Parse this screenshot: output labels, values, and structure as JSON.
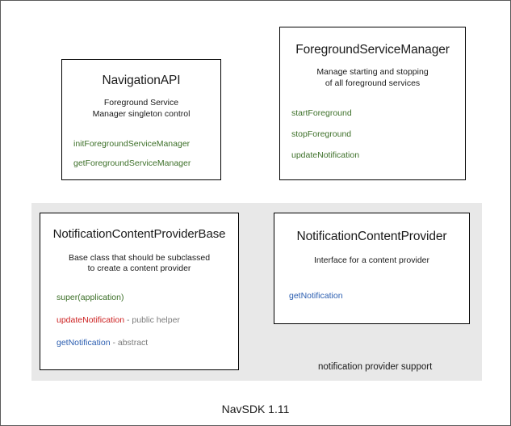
{
  "diagram": {
    "footer_label": "NavSDK 1.11",
    "colors": {
      "member_green": "#3d7029",
      "member_blue": "#2a5db0",
      "member_red": "#cc2020",
      "member_note_grey": "#7b7b7b",
      "group_band": "#e8e8e8",
      "box_border": "#000000",
      "frame_border": "#5a5a5a",
      "background": "#ffffff"
    },
    "boxes": [
      {
        "id": "navigation-api",
        "title": "NavigationAPI",
        "description": "Foreground Service\nManager singleton control",
        "members": [
          {
            "name": "initForegroundServiceManager",
            "color": "green",
            "note": ""
          },
          {
            "name": "getForegroundServiceManager",
            "color": "green",
            "note": ""
          }
        ]
      },
      {
        "id": "foreground-service-manager",
        "title": "ForegroundServiceManager",
        "description": "Manage starting and stopping\nof all foreground services",
        "members": [
          {
            "name": "startForeground",
            "color": "green",
            "note": ""
          },
          {
            "name": "stopForeground",
            "color": "green",
            "note": ""
          },
          {
            "name": "updateNotification",
            "color": "green",
            "note": ""
          }
        ]
      },
      {
        "id": "notification-content-provider-base",
        "title": "NotificationContentProviderBase",
        "description": "Base class that should be subclassed\nto create a content provider",
        "members": [
          {
            "name": "super(application)",
            "color": "green",
            "note": ""
          },
          {
            "name": "updateNotification",
            "color": "red",
            "note": " - public helper"
          },
          {
            "name": "getNotification",
            "color": "blue",
            "note": " - abstract"
          }
        ]
      },
      {
        "id": "notification-content-provider",
        "title": "NotificationContentProvider",
        "description": "Interface for a content provider",
        "members": [
          {
            "name": "getNotification",
            "color": "blue",
            "note": ""
          }
        ]
      }
    ],
    "groups": [
      {
        "id": "notification-provider-support",
        "caption": "notification provider support"
      }
    ]
  }
}
